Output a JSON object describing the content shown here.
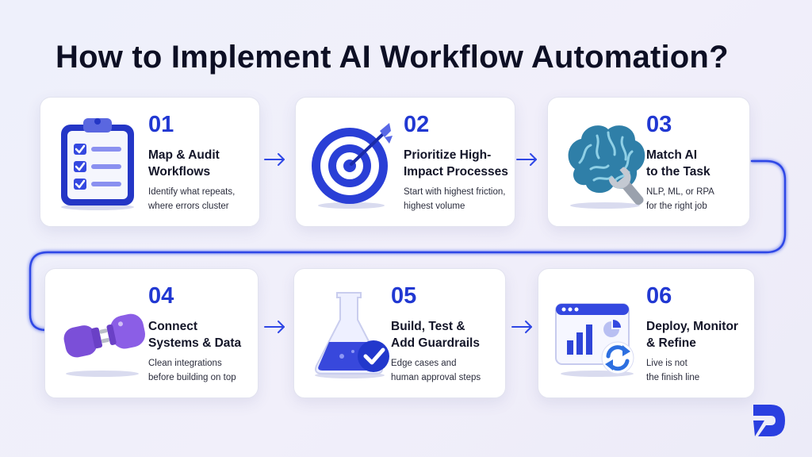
{
  "title": "How to Implement AI Workflow Automation?",
  "colors": {
    "accent": "#2138d2",
    "connector": "#2f47e6",
    "title": "#0d0f24",
    "card_bg": "#ffffff"
  },
  "steps": [
    {
      "num": "01",
      "title_lines": [
        "Map & Audit",
        "Workflows"
      ],
      "desc_lines": [
        "Identify what repeats,",
        "where errors cluster"
      ],
      "icon": "clipboard-checklist-icon"
    },
    {
      "num": "02",
      "title_lines": [
        "Prioritize High-",
        "Impact Processes"
      ],
      "desc_lines": [
        "Start with highest friction,",
        "highest volume"
      ],
      "icon": "target-arrow-icon"
    },
    {
      "num": "03",
      "title_lines": [
        "Match AI",
        "to the Task"
      ],
      "desc_lines": [
        "NLP, ML, or RPA",
        "for the right job"
      ],
      "icon": "brain-wrench-icon"
    },
    {
      "num": "04",
      "title_lines": [
        "Connect",
        "Systems & Data"
      ],
      "desc_lines": [
        "Clean integrations",
        "before building on top"
      ],
      "icon": "plug-connector-icon"
    },
    {
      "num": "05",
      "title_lines": [
        "Build, Test &",
        "Add Guardrails"
      ],
      "desc_lines": [
        "Edge cases and",
        "human approval steps"
      ],
      "icon": "flask-check-icon"
    },
    {
      "num": "06",
      "title_lines": [
        "Deploy, Monitor",
        "& Refine"
      ],
      "desc_lines": [
        "Live is not",
        "the finish line"
      ],
      "icon": "dashboard-refresh-icon"
    }
  ],
  "logo_icon": "brand-logo-icon"
}
